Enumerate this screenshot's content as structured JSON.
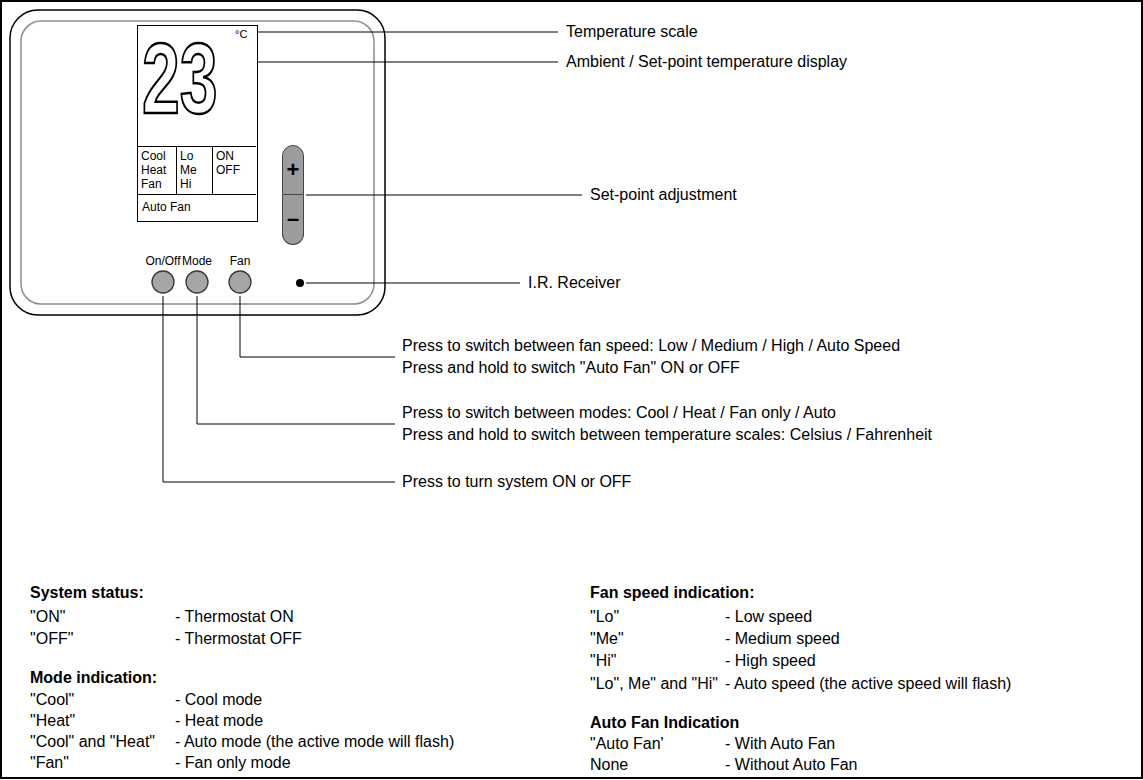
{
  "diagram": {
    "nodes": [
      {
        "text": [
          "23",
          "°C"
        ]
      },
      {
        "text": [
          "Cool",
          "Heat",
          "Fan"
        ],
        "in": 0
      },
      {
        "text": [
          "Lo",
          "Me",
          "Hi"
        ],
        "in": 0
      },
      {
        "text": [
          "ON",
          "OFF"
        ],
        "in": 0
      },
      {
        "text": [
          "Auto Fan"
        ],
        "in": 0
      },
      {
        "text": [
          "+"
        ]
      },
      {
        "text": [
          "–"
        ]
      },
      {
        "text": [
          "On/Off"
        ]
      },
      {
        "text": [
          "Mode"
        ]
      },
      {
        "text": [
          "Fan"
        ]
      }
    ],
    "labels": [
      "Temperature scale",
      "Ambient / Set-point temperature display",
      "Set-point adjustment",
      "I.R. Receiver",
      "Press to switch between fan speed: Low / Medium / High / Auto Speed",
      "Press and hold to switch \"Auto Fan\" ON or OFF",
      "Press to switch between modes: Cool / Heat / Fan only / Auto",
      "Press and hold to switch between temperature scales: Celsius / Fahrenheit",
      "Press to turn system ON or OFF",
      "System status:",
      "\"ON\"",
      "- Thermostat ON",
      "\"OFF\"",
      "- Thermostat OFF",
      "Mode indication:",
      "\"Cool\"",
      "- Cool mode",
      "\"Heat\"",
      "- Heat mode",
      "\"Cool\" and \"Heat\"",
      "- Auto mode (the active mode will flash)",
      "\"Fan\"",
      "- Fan only mode",
      "Fan speed indication:",
      "\"Lo\"",
      "- Low speed",
      "\"Me\"",
      "- Medium speed",
      "\"Hi\"",
      "- High speed",
      "\"Lo\", Me\" and \"Hi\"",
      "- Auto speed (the active speed will flash)",
      "Auto Fan Indication",
      "\"Auto Fan'",
      "- With Auto Fan",
      "None",
      "- Without Auto Fan"
    ]
  }
}
